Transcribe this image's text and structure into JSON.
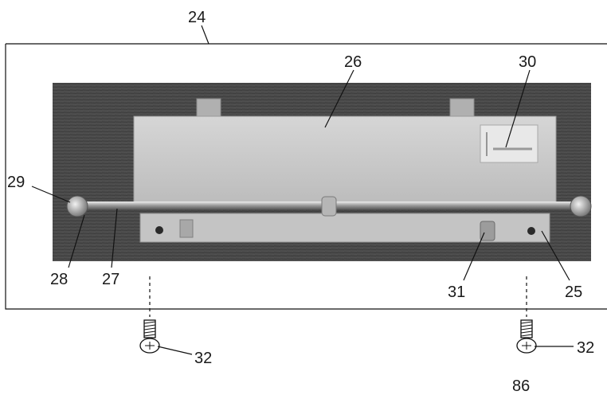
{
  "callouts": {
    "frame": "24",
    "plate": "26",
    "sticker": "30",
    "knob_left_top": "29",
    "knob_left_bottom": "28",
    "rod": "27",
    "nut": "31",
    "bracket": "25",
    "screw_left": "32",
    "screw_right": "32"
  },
  "page_number": "86",
  "icons": {
    "screw": "screw-icon"
  },
  "colors": {
    "photo_background": "#4a4a4a",
    "plate": "#c9c9c9",
    "line": "#111111"
  }
}
